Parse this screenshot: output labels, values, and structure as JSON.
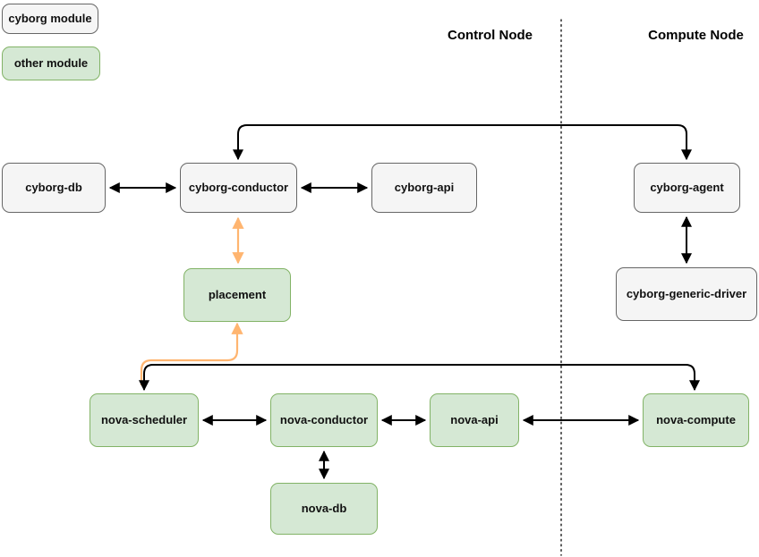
{
  "legend": {
    "items": [
      {
        "id": "cyborg-module",
        "label": "cyborg module",
        "type": "cyborg"
      },
      {
        "id": "other-module",
        "label": "other module",
        "type": "other"
      }
    ]
  },
  "zones": {
    "control": "Control Node",
    "compute": "Compute Node"
  },
  "nodes": [
    {
      "id": "cyborg-db",
      "label": "cyborg-db",
      "type": "cyborg",
      "zone": "control"
    },
    {
      "id": "cyborg-conductor",
      "label": "cyborg-conductor",
      "type": "cyborg",
      "zone": "control"
    },
    {
      "id": "cyborg-api",
      "label": "cyborg-api",
      "type": "cyborg",
      "zone": "control"
    },
    {
      "id": "cyborg-agent",
      "label": "cyborg-agent",
      "type": "cyborg",
      "zone": "compute"
    },
    {
      "id": "cyborg-generic-driver",
      "label": "cyborg-generic-driver",
      "type": "cyborg",
      "zone": "compute"
    },
    {
      "id": "placement",
      "label": "placement",
      "type": "other",
      "zone": "control"
    },
    {
      "id": "nova-scheduler",
      "label": "nova-scheduler",
      "type": "other",
      "zone": "control"
    },
    {
      "id": "nova-conductor",
      "label": "nova-conductor",
      "type": "other",
      "zone": "control"
    },
    {
      "id": "nova-api",
      "label": "nova-api",
      "type": "other",
      "zone": "control"
    },
    {
      "id": "nova-compute",
      "label": "nova-compute",
      "type": "other",
      "zone": "compute"
    },
    {
      "id": "nova-db",
      "label": "nova-db",
      "type": "other",
      "zone": "control"
    }
  ],
  "edges": [
    {
      "from": "cyborg-db",
      "to": "cyborg-conductor",
      "arrows": "both",
      "color": "black",
      "route": "straight"
    },
    {
      "from": "cyborg-conductor",
      "to": "cyborg-api",
      "arrows": "both",
      "color": "black",
      "route": "straight"
    },
    {
      "from": "cyborg-conductor",
      "to": "cyborg-agent",
      "arrows": "both",
      "color": "black",
      "route": "over-top"
    },
    {
      "from": "cyborg-agent",
      "to": "cyborg-generic-driver",
      "arrows": "both",
      "color": "black",
      "route": "straight"
    },
    {
      "from": "cyborg-conductor",
      "to": "placement",
      "arrows": "both",
      "color": "orange",
      "route": "straight"
    },
    {
      "from": "nova-scheduler",
      "to": "placement",
      "arrows": "both",
      "color": "orange",
      "route": "elbow"
    },
    {
      "from": "nova-scheduler",
      "to": "nova-compute",
      "arrows": "both",
      "color": "black",
      "route": "over-top"
    },
    {
      "from": "nova-scheduler",
      "to": "nova-conductor",
      "arrows": "both",
      "color": "black",
      "route": "straight"
    },
    {
      "from": "nova-conductor",
      "to": "nova-api",
      "arrows": "both",
      "color": "black",
      "route": "straight"
    },
    {
      "from": "nova-api",
      "to": "nova-compute",
      "arrows": "both",
      "color": "black",
      "route": "straight"
    },
    {
      "from": "nova-conductor",
      "to": "nova-db",
      "arrows": "both",
      "color": "black",
      "route": "straight"
    }
  ],
  "colors": {
    "cyborg_fill": "#f5f5f5",
    "cyborg_border": "#666666",
    "other_fill": "#d5e8d4",
    "other_border": "#82b366",
    "edge_black": "#000000",
    "edge_orange": "#ffb570",
    "divider": "#333333"
  }
}
